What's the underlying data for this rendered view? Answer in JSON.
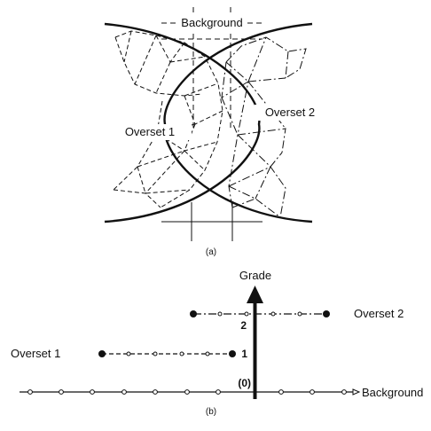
{
  "colors": {
    "ink": "#111111",
    "background": "#ffffff"
  },
  "panel_a": {
    "caption": "(a)",
    "background_label": "Background",
    "overset1_label": "Overset 1",
    "overset2_label": "Overset 2"
  },
  "panel_b": {
    "caption": "(b)",
    "axis_label": "Grade",
    "background_label": "Background",
    "overset1_label": "Overset 1",
    "overset2_label": "Overset 2",
    "grade_0": "(0)",
    "grade_1": "1",
    "grade_2": "2"
  }
}
